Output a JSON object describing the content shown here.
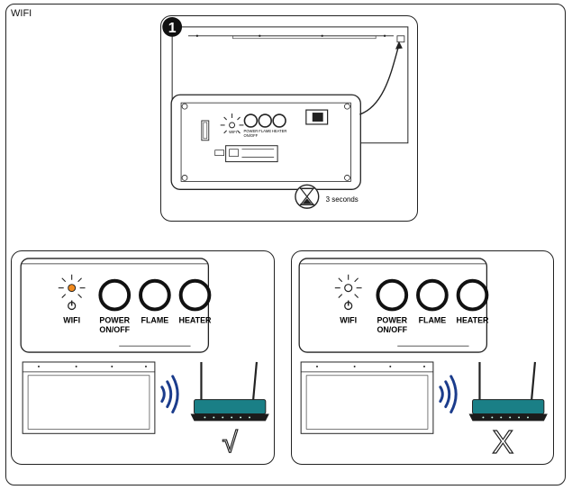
{
  "section": {
    "title": "WIFI"
  },
  "step1": {
    "number": "1",
    "button_labels": [
      "WIFI",
      "POWER",
      "ON/OFF",
      "FLAME",
      "HEATER"
    ],
    "hold_time": "3 seconds"
  },
  "panels": [
    {
      "button_labels": [
        "WIFI",
        "POWER",
        "ON/OFF",
        "FLAME",
        "HEATER"
      ],
      "led_color": "#f08a1e",
      "result": "√"
    },
    {
      "button_labels": [
        "WIFI",
        "POWER",
        "ON/OFF",
        "FLAME",
        "HEATER"
      ],
      "led_color": "#ffffff",
      "result": "X"
    }
  ],
  "colors": {
    "router": "#1a7f86",
    "wifi_waves": "#1b3c8c",
    "led_on": "#f08a1e"
  }
}
